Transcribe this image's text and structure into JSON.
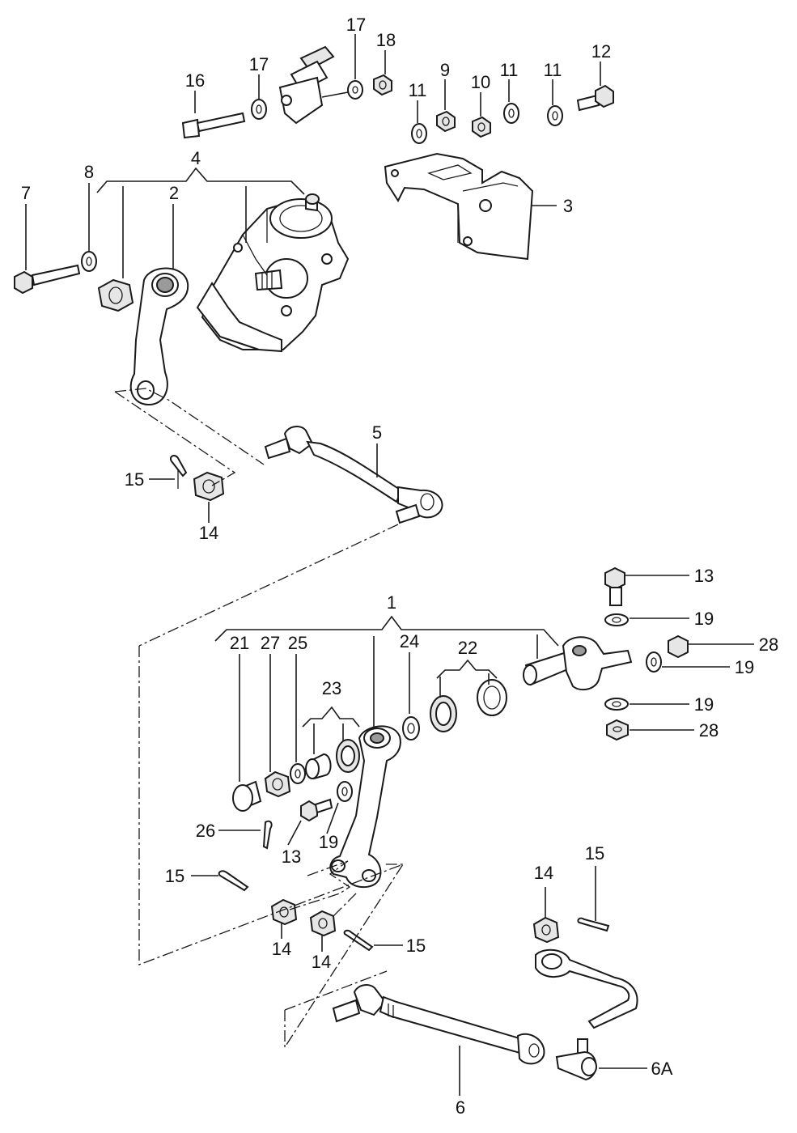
{
  "callouts": [
    {
      "id": "c16",
      "text": "16"
    },
    {
      "id": "c17a",
      "text": "17"
    },
    {
      "id": "c17b",
      "text": "17"
    },
    {
      "id": "c18",
      "text": "18"
    },
    {
      "id": "c11a",
      "text": "11"
    },
    {
      "id": "c9",
      "text": "9"
    },
    {
      "id": "c10",
      "text": "10"
    },
    {
      "id": "c11b",
      "text": "11"
    },
    {
      "id": "c11c",
      "text": "11"
    },
    {
      "id": "c12",
      "text": "12"
    },
    {
      "id": "c4",
      "text": "4"
    },
    {
      "id": "c8",
      "text": "8"
    },
    {
      "id": "c7",
      "text": "7"
    },
    {
      "id": "c2",
      "text": "2"
    },
    {
      "id": "c3",
      "text": "3"
    },
    {
      "id": "c5",
      "text": "5"
    },
    {
      "id": "c15a",
      "text": "15"
    },
    {
      "id": "c14a",
      "text": "14"
    },
    {
      "id": "c13a",
      "text": "13"
    },
    {
      "id": "c1",
      "text": "1"
    },
    {
      "id": "c19a",
      "text": "19"
    },
    {
      "id": "c28a",
      "text": "28"
    },
    {
      "id": "c19b",
      "text": "19"
    },
    {
      "id": "c21",
      "text": "21"
    },
    {
      "id": "c27",
      "text": "27"
    },
    {
      "id": "c25",
      "text": "25"
    },
    {
      "id": "c24",
      "text": "24"
    },
    {
      "id": "c22",
      "text": "22"
    },
    {
      "id": "c23",
      "text": "23"
    },
    {
      "id": "c19c",
      "text": "19"
    },
    {
      "id": "c28b",
      "text": "28"
    },
    {
      "id": "c26",
      "text": "26"
    },
    {
      "id": "c13b",
      "text": "13"
    },
    {
      "id": "c19d",
      "text": "19"
    },
    {
      "id": "c15b",
      "text": "15"
    },
    {
      "id": "c14b",
      "text": "14"
    },
    {
      "id": "c15c",
      "text": "15"
    },
    {
      "id": "c14c",
      "text": "14"
    },
    {
      "id": "c14d",
      "text": "14"
    },
    {
      "id": "c15d",
      "text": "15"
    },
    {
      "id": "c6A",
      "text": "6A"
    },
    {
      "id": "c6",
      "text": "6"
    }
  ]
}
